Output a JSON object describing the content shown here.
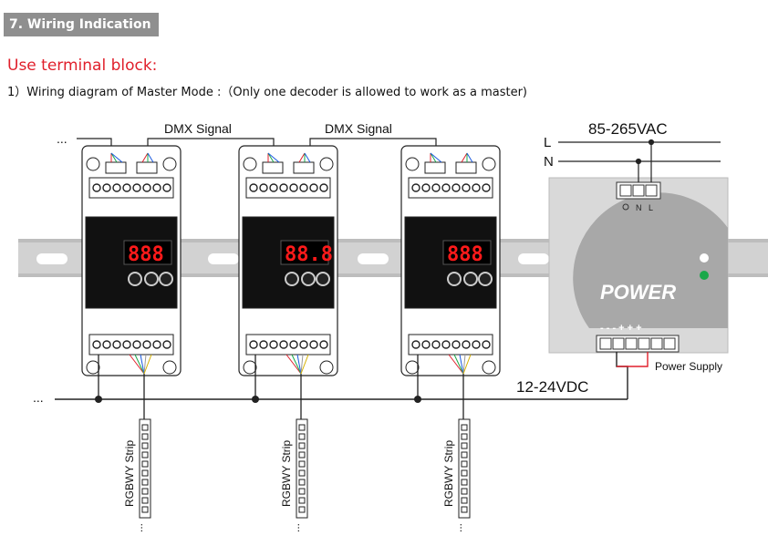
{
  "section": {
    "title": "7. Wiring Indication"
  },
  "subtitle": "Use terminal block:",
  "caption": "1）Wiring diagram of Master Mode :（Only one decoder is allowed to work as a master)",
  "labels": {
    "dmx1": "DMX Signal",
    "dmx2": "DMX Signal",
    "voltage_ac": "85-265VAC",
    "line_l": "L",
    "line_n": "N",
    "term_n": "N",
    "term_l": "L",
    "voltage_dc": "12-24VDC",
    "psu_label": "Power Supply",
    "psu_brand": "POWER",
    "psu_polarity": "- - - + + +",
    "ellipsis_top": "...",
    "ellipsis_bottom": "..."
  },
  "decoders": [
    {
      "display": "888",
      "display_mode": "normal"
    },
    {
      "display": "88.8",
      "display_mode": "normal"
    },
    {
      "display": "888",
      "display_mode": "normal"
    }
  ],
  "strips": [
    {
      "label": "RGBWY Strip"
    },
    {
      "label": "RGBWY Strip"
    },
    {
      "label": "RGBWY Strip"
    }
  ],
  "colors": {
    "accent_red": "#e01f2b",
    "led_red": "#ff1a1a",
    "psu_body": "#d8d8d8",
    "psu_badge": "#b5b5b5",
    "green_led": "#1aa84a",
    "rail": "#cfcfcf"
  }
}
